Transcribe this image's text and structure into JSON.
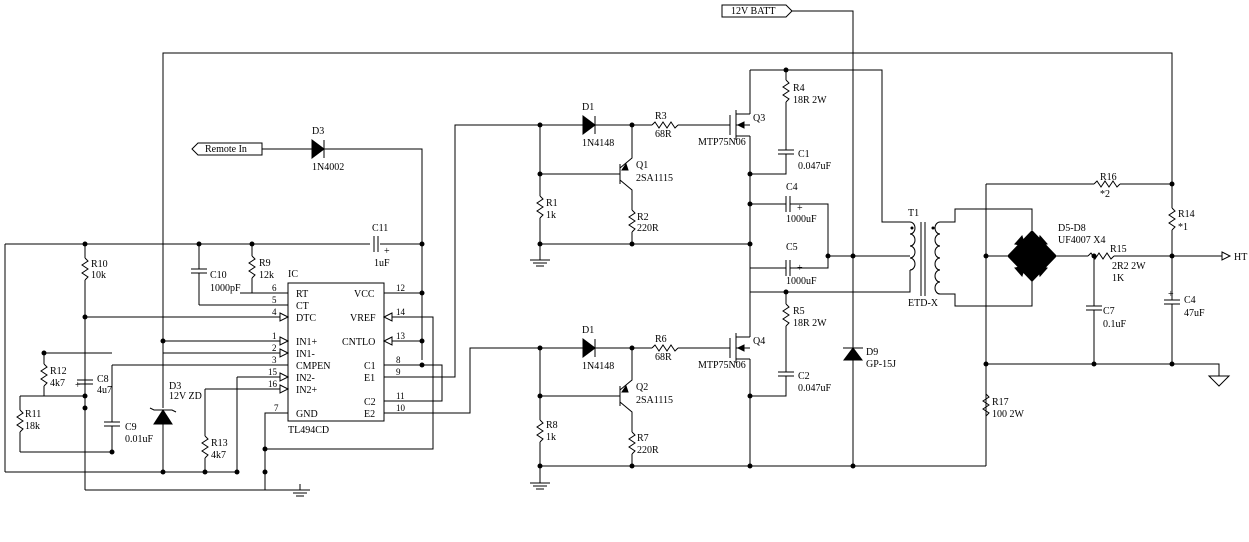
{
  "connectors": {
    "batt": "12V BATT",
    "remote": "Remote In",
    "ht": "HT"
  },
  "ic": {
    "ref": "IC",
    "part": "TL494CD",
    "pins_left": [
      {
        "num": "6",
        "name": "RT"
      },
      {
        "num": "5",
        "name": "CT"
      },
      {
        "num": "4",
        "name": "DTC"
      },
      {
        "num": "1",
        "name": "IN1+"
      },
      {
        "num": "2",
        "name": "IN1-"
      },
      {
        "num": "3",
        "name": "CMPEN"
      },
      {
        "num": "15",
        "name": "IN2-"
      },
      {
        "num": "16",
        "name": "IN2+"
      },
      {
        "num": "7",
        "name": "GND"
      }
    ],
    "pins_right": [
      {
        "num": "12",
        "name": "VCC"
      },
      {
        "num": "14",
        "name": "VREF"
      },
      {
        "num": "13",
        "name": "CNTLO"
      },
      {
        "num": "8",
        "name": "C1"
      },
      {
        "num": "9",
        "name": "E1"
      },
      {
        "num": "11",
        "name": "C2"
      },
      {
        "num": "10",
        "name": "E2"
      }
    ]
  },
  "labels": {
    "R10": "R10",
    "R10v": "10k",
    "R9": "R9",
    "R9v": "12k",
    "C10": "C10",
    "C10v": "1000pF",
    "C11": "C11",
    "C11v": "1uF",
    "D3a": "D3",
    "D3av": "1N4002",
    "D3b": "D3",
    "D3bv": "12V ZD",
    "R12": "R12",
    "R12v": "4k7",
    "C8": "C8",
    "C8v": "4u7",
    "R11": "R11",
    "R11v": "18k",
    "C9": "C9",
    "C9v": "0.01uF",
    "R13": "R13",
    "R13v": "4k7",
    "D1a": "D1",
    "D1av": "1N4148",
    "R3": "R3",
    "R3v": "68R",
    "Q3": "Q3",
    "Q3v": "MTP75N06",
    "Q1": "Q1",
    "Q1v": "2SA1115",
    "R1": "R1",
    "R1v": "1k",
    "R2": "R2",
    "R2v": "220R",
    "R4": "R4",
    "R4v": "18R 2W",
    "C1": "C1",
    "C1v": "0.047uF",
    "C4a": "C4",
    "C4av": "1000uF",
    "C5": "C5",
    "C5v": "1000uF",
    "D1b": "D1",
    "D1bv": "1N4148",
    "R6": "R6",
    "R6v": "68R",
    "Q4": "Q4",
    "Q4v": "MTP75N06",
    "Q2": "Q2",
    "Q2v": "2SA1115",
    "R8": "R8",
    "R8v": "1k",
    "R7": "R7",
    "R7v": "220R",
    "R5": "R5",
    "R5v": "18R 2W",
    "C2": "C2",
    "C2v": "0.047uF",
    "D9": "D9",
    "D9v": "GP-15J",
    "T1": "T1",
    "T1v": "ETD-X",
    "R16": "R16",
    "R16v": "*2",
    "R14": "R14",
    "R14v": "*1",
    "D5D8": "D5-D8",
    "D5D8v": "UF4007 X4",
    "R15": "R15",
    "R15v": "2R2 2W",
    "R15v2": "1K",
    "C7": "C7",
    "C7v": "0.1uF",
    "C4b": "C4",
    "C4bv": "47uF",
    "R17": "R17",
    "R17v": "100 2W",
    "plus": "+"
  }
}
